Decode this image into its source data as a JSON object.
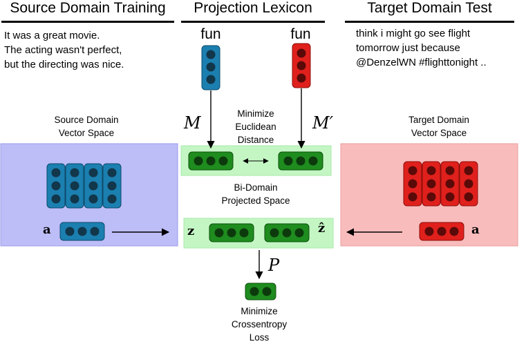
{
  "headers": {
    "source_training": "Source Domain Training",
    "projection_lexicon": "Projection Lexicon",
    "target_test": "Target Domain Test"
  },
  "source_text": "It was a great movie.\nThe acting wasn't perfect,\nbut the directing was nice.",
  "target_text": "think i might go see flight\ntomorrow just because\n@DenzelWN #flighttonight ..",
  "lexicon": {
    "source_word": "fun",
    "target_word": "fun",
    "source_matrix": "M",
    "target_matrix": "M′",
    "objective": "Minimize\nEuclidean\nDistance"
  },
  "source_space": {
    "label": "Source Domain\nVector Space",
    "vector_label": "a"
  },
  "target_space": {
    "label": "Target Domain\nVector Space",
    "vector_label": "a"
  },
  "projected_space": {
    "label": "Bi-Domain\nProjected Space",
    "z_label": "z",
    "zhat_label": "ẑ"
  },
  "output": {
    "matrix": "P",
    "loss": "Minimize\nCrossentropy\nLoss"
  },
  "colors": {
    "source_vector": "#1b7fb0",
    "target_vector": "#e0201c",
    "projected_vector": "#1e8c1e",
    "source_region": "#bdbdf8",
    "target_region": "#f9bcbc",
    "projected_region": "#c4f6c4"
  }
}
